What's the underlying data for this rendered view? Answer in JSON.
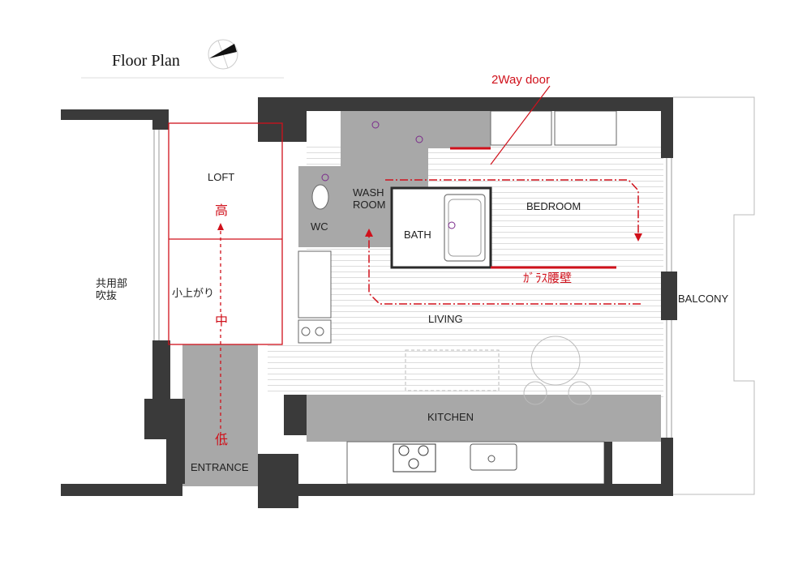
{
  "title": "Floor Plan",
  "compass_icon": "north-arrow-icon",
  "colors": {
    "wall": "#3a3a3a",
    "floor_tile": "#a8a8a8",
    "accent": "#d0111b"
  },
  "rooms": {
    "loft": "LOFT",
    "level_high": "高",
    "level_mid": "中",
    "level_low": "低",
    "raised_area": "小上がり",
    "void_line1": "共用部",
    "void_line2": "吹抜",
    "wc": "WC",
    "wash_line1": "WASH",
    "wash_line2": "ROOM",
    "bath": "BATH",
    "bedroom": "BEDROOM",
    "living": "LIVING",
    "balcony": "BALCONY",
    "kitchen": "KITCHEN",
    "entrance": "ENTRANCE"
  },
  "annotations": {
    "two_way_door": "2Way door",
    "glass_wall": "ｶﾞﾗｽ腰壁"
  }
}
